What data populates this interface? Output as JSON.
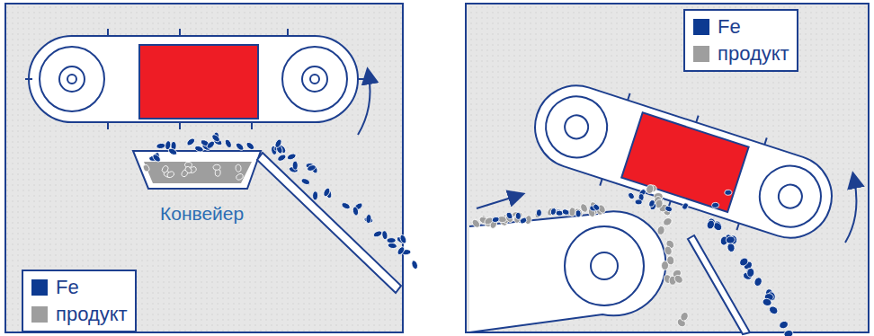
{
  "diagram": {
    "labels": [
      "Конвейер"
    ],
    "legend": [
      {
        "text": "Fe",
        "color": "#0d3a91"
      },
      {
        "text": "продукт",
        "color": "#9e9e9e"
      },
      {
        "text": "Fe",
        "color": "#0d3a91"
      },
      {
        "text": "продукт",
        "color": "#9e9e9e"
      }
    ]
  }
}
